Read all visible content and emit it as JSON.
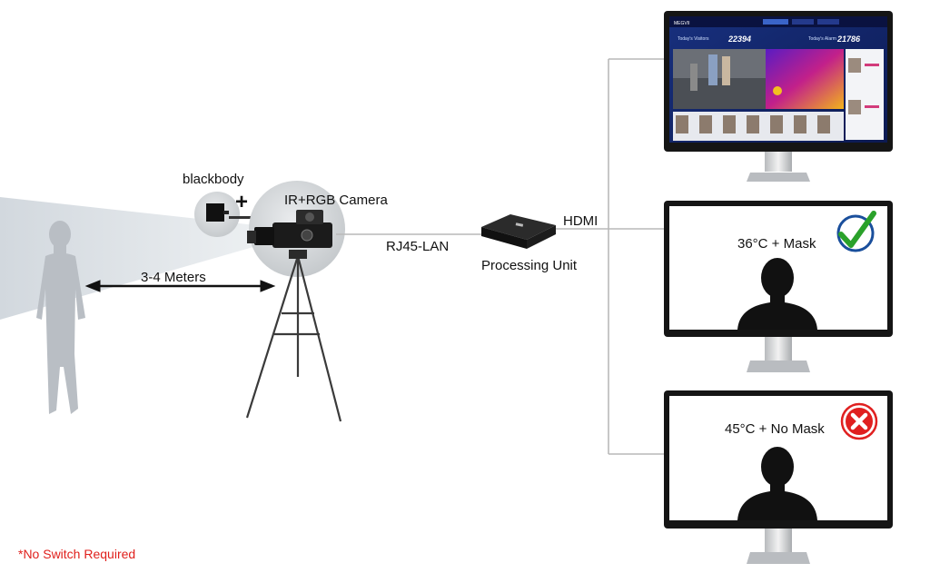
{
  "labels": {
    "blackbody": "blackbody",
    "plus": "+",
    "camera": "IR+RGB Camera",
    "distance": "3-4 Meters",
    "lan": "RJ45-LAN",
    "hdmi": "HDMI",
    "processing_unit": "Processing Unit",
    "footnote": "*No Switch Required"
  },
  "monitors": [
    {
      "type": "dashboard"
    },
    {
      "type": "result",
      "text": "36°C + Mask",
      "status": "pass",
      "status_color": "#2aa12a"
    },
    {
      "type": "result",
      "text": "45°C + No Mask",
      "status": "fail",
      "status_color": "#e02020"
    }
  ],
  "dashboard": {
    "brand": "MEGVII",
    "today_visitors_label": "Today's Visitors",
    "today_visitors": "22394",
    "today_alarm_label": "Today's Alarm",
    "today_alarm": "21786"
  },
  "colors": {
    "beam": "#d9dee3",
    "person": "#b9bec4",
    "line": "#b9b9b9",
    "footnote": "#e0201c",
    "check": "#2aa12a",
    "check_ring": "#1a4f9c",
    "cross": "#e02020"
  }
}
